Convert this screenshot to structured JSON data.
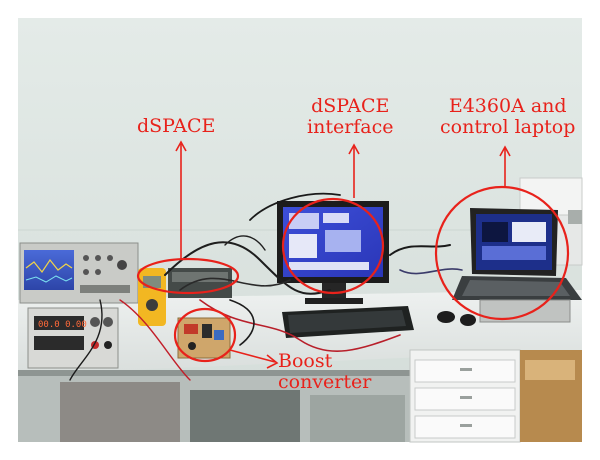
{
  "labels": {
    "dspace": "dSPACE",
    "dspace_interface_line1": "dSPACE",
    "dspace_interface_line2": "interface",
    "e4360_line1": "E4360A and",
    "e4360_line2": "control laptop",
    "boost_line1": "Boost",
    "boost_line2": "converter"
  },
  "colors": {
    "annotation": "#e8221b",
    "wall": "#dfe7e3",
    "desk": "#ecefee"
  }
}
